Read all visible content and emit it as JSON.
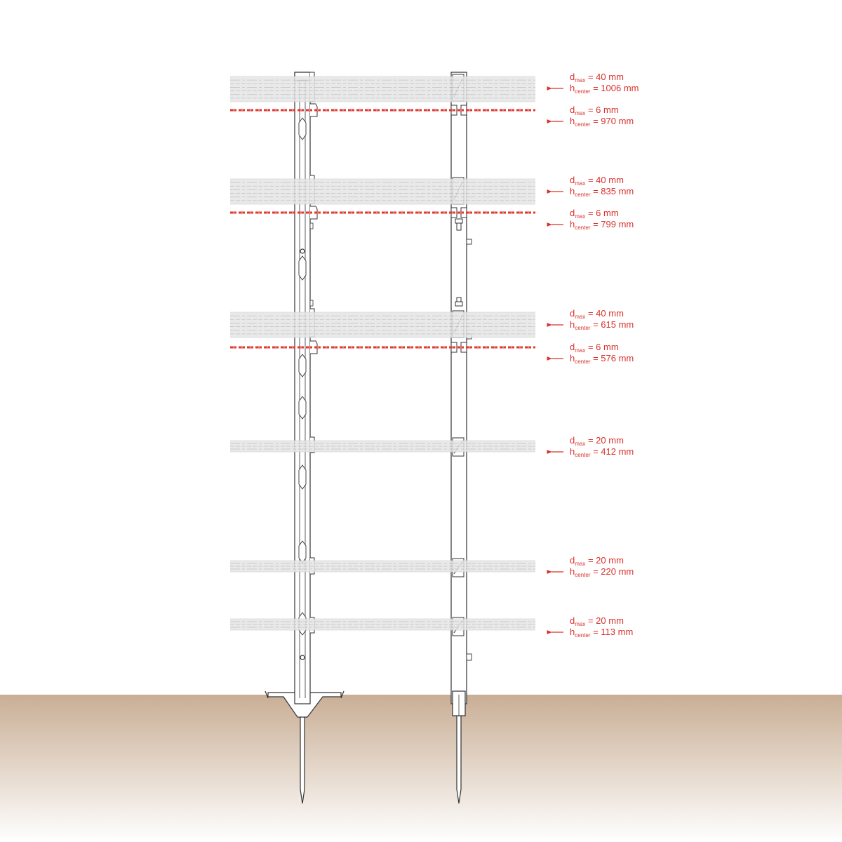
{
  "colors": {
    "accent": "#d9312b",
    "ground_top": "#c9ae95",
    "ground_bottom": "#ffffff",
    "tape": "#e6e6e6",
    "wire_red": "#e03a2f",
    "post_outline": "#333333"
  },
  "conductors": [
    {
      "kind": "tape",
      "d_value": "40 mm",
      "h_value": "1006 mm"
    },
    {
      "kind": "wire",
      "d_value": "6 mm",
      "h_value": "970 mm"
    },
    {
      "kind": "tape",
      "d_value": "40 mm",
      "h_value": "835 mm"
    },
    {
      "kind": "wire",
      "d_value": "6 mm",
      "h_value": "799 mm"
    },
    {
      "kind": "tape",
      "d_value": "40 mm",
      "h_value": "615 mm"
    },
    {
      "kind": "wire",
      "d_value": "6 mm",
      "h_value": "576 mm"
    },
    {
      "kind": "tape",
      "d_value": "20 mm",
      "h_value": "412 mm"
    },
    {
      "kind": "tape",
      "d_value": "20 mm",
      "h_value": "220 mm"
    },
    {
      "kind": "tape",
      "d_value": "20 mm",
      "h_value": "113 mm"
    }
  ],
  "label_parts": {
    "d_letter": "d",
    "d_sub": "max",
    "h_letter": "h",
    "h_sub": "center",
    "eq": " = "
  },
  "arrow_icon": "arrow-left-icon"
}
